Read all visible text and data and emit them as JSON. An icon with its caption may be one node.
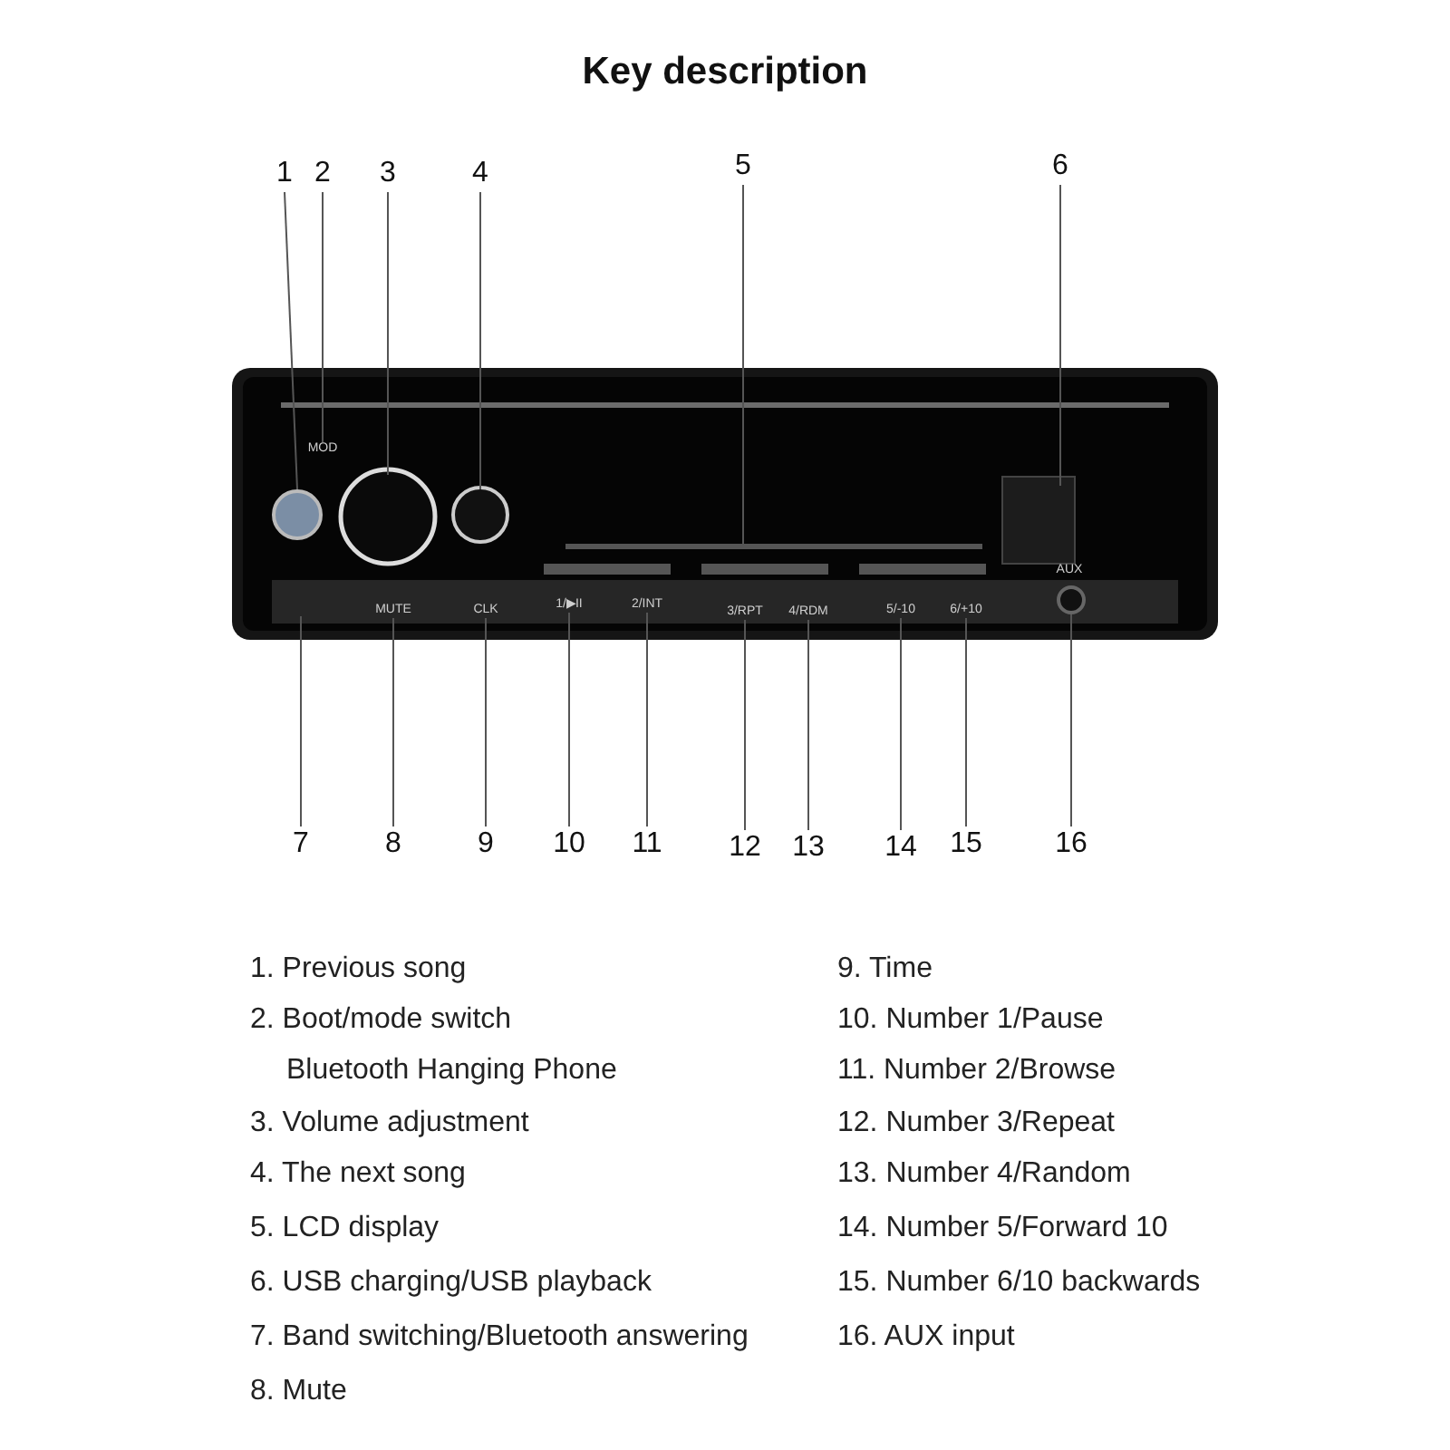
{
  "diagram": {
    "title": "Key description",
    "nodes": [
      {
        "text": [
          "1"
        ]
      },
      {
        "text": [
          "2"
        ]
      },
      {
        "text": [
          "3"
        ]
      },
      {
        "text": [
          "4"
        ]
      },
      {
        "text": [
          "5"
        ]
      },
      {
        "text": [
          "6"
        ]
      },
      {
        "text": [
          "7"
        ]
      },
      {
        "text": [
          "8"
        ]
      },
      {
        "text": [
          "9"
        ]
      },
      {
        "text": [
          "10"
        ]
      },
      {
        "text": [
          "11"
        ]
      },
      {
        "text": [
          "12"
        ]
      },
      {
        "text": [
          "13"
        ]
      },
      {
        "text": [
          "14"
        ]
      },
      {
        "text": [
          "15"
        ]
      },
      {
        "text": [
          "16"
        ]
      },
      {
        "text": [
          "MOD"
        ]
      },
      {
        "text": [
          "MUTE"
        ]
      },
      {
        "text": [
          "CLK"
        ]
      },
      {
        "text": [
          "1/▶II"
        ]
      },
      {
        "text": [
          "2/INT"
        ]
      },
      {
        "text": [
          "3/RPT"
        ]
      },
      {
        "text": [
          "4/RDM"
        ]
      },
      {
        "text": [
          "5/-10"
        ]
      },
      {
        "text": [
          "6/+10"
        ]
      },
      {
        "text": [],
        "shape": "circle"
      },
      {
        "text": [],
        "shape": "circle"
      }
    ],
    "edges": [
      {
        "from": 0,
        "to": 26,
        "arrow": "none"
      },
      {
        "from": 1,
        "to": 16,
        "arrow": "none"
      },
      {
        "from": 2,
        "to": null,
        "arrow": "none"
      },
      {
        "from": 3,
        "to": null,
        "arrow": "none"
      },
      {
        "from": 4,
        "to": null,
        "arrow": "none"
      },
      {
        "from": 5,
        "to": null,
        "arrow": "none"
      },
      {
        "from": 6,
        "to": null,
        "arrow": "none"
      },
      {
        "from": 7,
        "to": 17,
        "arrow": "none"
      },
      {
        "from": 8,
        "to": 18,
        "arrow": "none"
      },
      {
        "from": 9,
        "to": 19,
        "arrow": "none"
      },
      {
        "from": 10,
        "to": 20,
        "arrow": "none"
      },
      {
        "from": 11,
        "to": 21,
        "arrow": "none"
      },
      {
        "from": 12,
        "to": 22,
        "arrow": "none"
      },
      {
        "from": 13,
        "to": 23,
        "arrow": "none"
      },
      {
        "from": 14,
        "to": 24,
        "arrow": "none"
      },
      {
        "from": 15,
        "to": 25,
        "arrow": "none"
      }
    ],
    "labels": [
      "AUX",
      "1. Previous song",
      "9. Time",
      "2. Boot/mode switch",
      "10. Number 1/Pause",
      "Bluetooth Hanging Phone",
      "11. Number 2/Browse",
      "3. Volume adjustment",
      "12. Number 3/Repeat",
      "4. The next song",
      "13. Number 4/Random",
      "5. LCD display",
      "14. Number 5/Forward 10",
      "6. USB charging/USB playback",
      "15. Number 6/10 backwards",
      "7. Band switching/Bluetooth answering",
      "16. AUX input",
      "8. Mute"
    ]
  }
}
